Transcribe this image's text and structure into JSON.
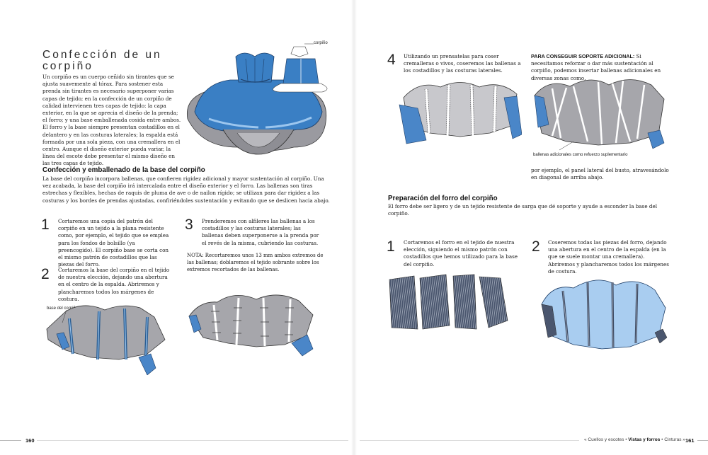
{
  "left": {
    "title_line1": "Confección de un",
    "title_line2": "corpiño",
    "intro": "Un corpiño es un cuerpo ceñido sin tirantes que se ajusta suavemente al tórax. Para sostener esta prenda sin tirantes es necesario superponer varias capas de tejido; en la confección de un corpiño de calidad intervienen tres capas de tejido: la capa exterior, en la que se aprecia el diseño de la prenda; el forro; y una base emballenada cosida entre ambos. El forro y la base siempre presentan costadillos en el delantero y en las costuras laterales; la espalda está formada por una sola pieza, con una cremallera en el centro. Aunque el diseño exterior pueda variar, la línea del escote debe presentar el mismo diseño en las tres capas de tejido.",
    "fig_label_corpino": "corpiño",
    "section_heading": "Confección y emballenado de la base del corpiño",
    "section_text": "La base del corpiño incorpora ballenas, que confieren rigidez adicional y mayor sustentación al corpiño. Una vez acabada, la base del corpiño irá intercalada entre el diseño exterior y el forro. Las ballenas son tiras estrechas y flexibles, hechas de raquis de pluma de ave o de nailon rígido; se utilizan para dar rigidez a las costuras y los bordes de prendas ajustadas, confiriéndoles sustentación y evitando que se deslicen hacia abajo.",
    "step1_num": "1",
    "step1_text": "Cortaremos una copia del patrón del corpiño en un tejido a la plana resistente como, por ejemplo, el tejido que se emplea para los fondos de bolsillo (ya preencogido). El corpiño base se corta con el mismo patrón de costadillos que las piezas del forro.",
    "step2_num": "2",
    "step2_text": "Cortaremos la base del corpiño en el tejido de nuestra elección, dejando una abertura en el centro de la espalda. Abriremos y plancharemos todos los márgenes de costura.",
    "step3_num": "3",
    "step3_text": "Prenderemos con alfileres las ballenas a los costadillos y las costuras laterales; las ballenas deben superponerse a la prenda por el revés de la misma, cubriendo las costuras.",
    "note_text": "NOTA: Recortaremos unos 13 mm ambos extremos de las ballenas; doblaremos el tejido sobrante sobre los extremos recortados de las ballenas.",
    "fig_label_base": "base del corpiño",
    "page_number": "160"
  },
  "right": {
    "step4_num": "4",
    "step4_text": "Utilizando un prensatelas para coser cremalleras o vivos, coseremos las ballenas a los costadillos y las costuras laterales.",
    "support_heading": "PARA CONSEGUIR SOPORTE ADICIONAL:",
    "support_text": " Si necesitamos reforzar o dar más sustentación al corpiño, podemos insertar ballenas adicionales en diversas zonas como,",
    "support_text2": "por ejemplo, el panel lateral del busto, atravesándolo en diagonal de arriba abajo.",
    "fig_label_ballenas": "ballenas adicionales como refuerzo suplementario",
    "section_heading": "Preparación del forro del corpiño",
    "section_text": "El forro debe ser ligero y de un tejido resistente de sarga que dé soporte y ayude a esconder la base del corpiño.",
    "step1_num": "1",
    "step1_text": "Cortaremos el forro en el tejido de nuestra elección, siguiendo el mismo patrón con costadillos que hemos utilizado para la base del corpiño.",
    "step2_num": "2",
    "step2_text": "Coseremos todas las piezas del forro, dejando una abertura en el centro de la espalda (en la que se suele montar una cremallera). Abriremos y plancharemos todos los márgenes de costura.",
    "footer_prefix": "« Cuellos y escotes",
    "footer_current": "Vistas y forros",
    "footer_suffix": "Cinturas »",
    "page_number": "161"
  },
  "colors": {
    "blue": "#3a7fc4",
    "light_blue": "#a9cdf0",
    "grey_fabric": "#a8a8ac",
    "dark_fabric": "#3e4b63"
  }
}
